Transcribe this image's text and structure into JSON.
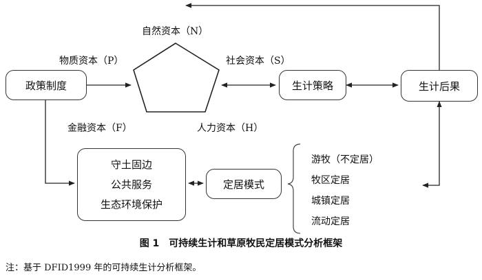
{
  "nodes": {
    "policy": "政策制度",
    "strategy": "生计策略",
    "outcome": "生计后果",
    "settle_mode": "定居模式",
    "outcomes_box": [
      "守土固边",
      "公共服务",
      "生态环境保护"
    ]
  },
  "capitals": {
    "natural": "自然资本（N）",
    "physical": "物质资本（P）",
    "social": "社会资本（S）",
    "financial": "金融资本（F）",
    "human": "人力资本（H）"
  },
  "settlement_types": [
    "游牧（不定居）",
    "牧区定居",
    "城镇定居",
    "流动定居"
  ],
  "caption": "图 1　可持续生计和草原牧民定居模式分析框架",
  "note": "注：基于 DFID1999 年的可持续生计分析框架。"
}
